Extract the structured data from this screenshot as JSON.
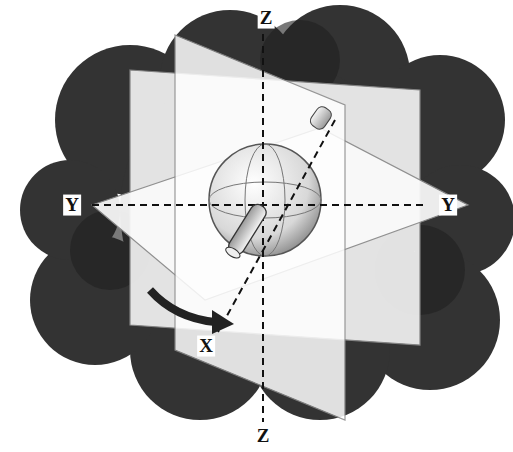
{
  "diagram": {
    "labels": [
      "Z",
      "Y",
      "Y",
      "X",
      "Z"
    ]
  }
}
